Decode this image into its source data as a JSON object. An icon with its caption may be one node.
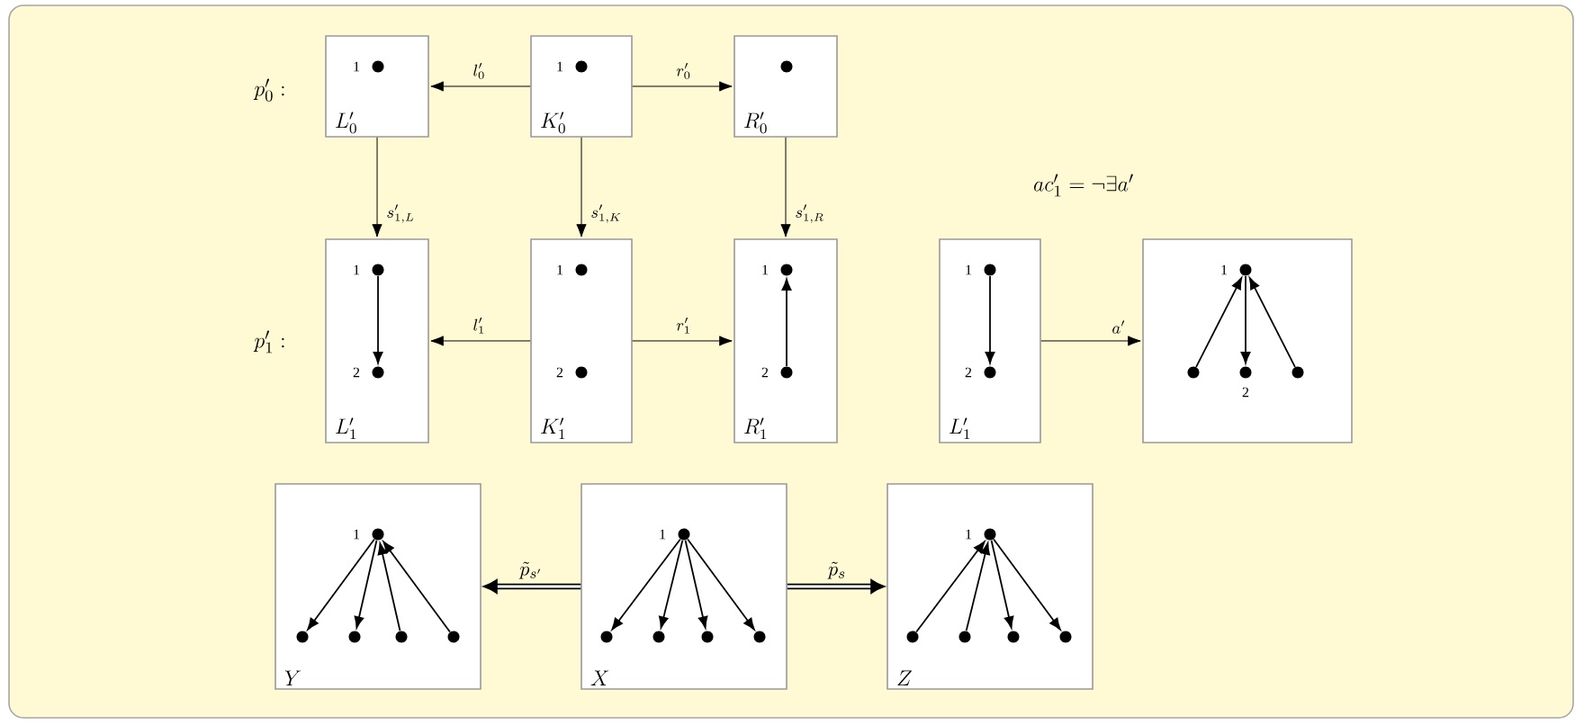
{
  "diagram": {
    "nodes": [
      {
        "text": [
          "L'_0"
        ]
      },
      {
        "text": [],
        "shape": "circle",
        "in": 0,
        "beside": [
          "1"
        ]
      },
      {
        "text": [
          "K'_0"
        ]
      },
      {
        "text": [],
        "shape": "circle",
        "in": 2,
        "beside": [
          "1"
        ]
      },
      {
        "text": [
          "R'_0"
        ]
      },
      {
        "text": [],
        "shape": "circle",
        "in": 4
      },
      {
        "text": [
          "L'_1"
        ]
      },
      {
        "text": [],
        "shape": "circle",
        "in": 6,
        "beside": [
          "1"
        ]
      },
      {
        "text": [],
        "shape": "circle",
        "in": 6,
        "beside": [
          "2"
        ]
      },
      {
        "text": [
          "K'_1"
        ]
      },
      {
        "text": [],
        "shape": "circle",
        "in": 9,
        "beside": [
          "1"
        ]
      },
      {
        "text": [],
        "shape": "circle",
        "in": 9,
        "beside": [
          "2"
        ]
      },
      {
        "text": [
          "R'_1"
        ]
      },
      {
        "text": [],
        "shape": "circle",
        "in": 12,
        "beside": [
          "1"
        ]
      },
      {
        "text": [],
        "shape": "circle",
        "in": 12,
        "beside": [
          "2"
        ]
      },
      {
        "text": [
          "L'_1"
        ]
      },
      {
        "text": [],
        "shape": "circle",
        "in": 15,
        "beside": [
          "1"
        ]
      },
      {
        "text": [],
        "shape": "circle",
        "in": 15,
        "beside": [
          "2"
        ]
      },
      {
        "text": [],
        "shape": "box"
      },
      {
        "text": [],
        "shape": "circle",
        "in": 18,
        "beside": [
          "1"
        ]
      },
      {
        "text": [],
        "shape": "circle",
        "in": 18
      },
      {
        "text": [],
        "shape": "circle",
        "in": 18,
        "beside": [
          "2"
        ]
      },
      {
        "text": [],
        "shape": "circle",
        "in": 18
      },
      {
        "text": [
          "Y"
        ]
      },
      {
        "text": [],
        "shape": "circle",
        "in": 23,
        "beside": [
          "1"
        ]
      },
      {
        "text": [],
        "shape": "circle",
        "in": 23
      },
      {
        "text": [],
        "shape": "circle",
        "in": 23
      },
      {
        "text": [],
        "shape": "circle",
        "in": 23
      },
      {
        "text": [],
        "shape": "circle",
        "in": 23
      },
      {
        "text": [
          "X"
        ]
      },
      {
        "text": [],
        "shape": "circle",
        "in": 29,
        "beside": [
          "1"
        ]
      },
      {
        "text": [],
        "shape": "circle",
        "in": 29
      },
      {
        "text": [],
        "shape": "circle",
        "in": 29
      },
      {
        "text": [],
        "shape": "circle",
        "in": 29
      },
      {
        "text": [],
        "shape": "circle",
        "in": 29
      },
      {
        "text": [
          "Z"
        ]
      },
      {
        "text": [],
        "shape": "circle",
        "in": 35,
        "beside": [
          "1"
        ]
      },
      {
        "text": [],
        "shape": "circle",
        "in": 35
      },
      {
        "text": [],
        "shape": "circle",
        "in": 35
      },
      {
        "text": [],
        "shape": "circle",
        "in": 35
      },
      {
        "text": [],
        "shape": "circle",
        "in": 35
      }
    ],
    "edges": [
      {
        "from": 2,
        "to": 0,
        "arrow": "to",
        "label": "l'_0"
      },
      {
        "from": 2,
        "to": 4,
        "arrow": "to",
        "label": "r'_0"
      },
      {
        "from": 0,
        "to": 6,
        "arrow": "to",
        "label": "s'_{1,L}"
      },
      {
        "from": 2,
        "to": 9,
        "arrow": "to",
        "label": "s'_{1,K}"
      },
      {
        "from": 4,
        "to": 12,
        "arrow": "to",
        "label": "s'_{1,R}"
      },
      {
        "from": 9,
        "to": 6,
        "arrow": "to",
        "label": "l'_1"
      },
      {
        "from": 9,
        "to": 12,
        "arrow": "to",
        "label": "r'_1"
      },
      {
        "from": 7,
        "to": 8,
        "arrow": "to"
      },
      {
        "from": 14,
        "to": 13,
        "arrow": "to"
      },
      {
        "from": 16,
        "to": 17,
        "arrow": "to"
      },
      {
        "from": 15,
        "to": 18,
        "arrow": "to",
        "label": "a'"
      },
      {
        "from": 20,
        "to": 19,
        "arrow": "to"
      },
      {
        "from": 19,
        "to": 21,
        "arrow": "to"
      },
      {
        "from": 22,
        "to": 19,
        "arrow": "to"
      },
      {
        "from": 29,
        "to": 23,
        "arrow": "to",
        "label": "\\tilde{p}_{s'}",
        "style": "thick"
      },
      {
        "from": 29,
        "to": 35,
        "arrow": "to",
        "label": "\\tilde{p}_{s}",
        "style": "thick"
      },
      {
        "from": 24,
        "to": 25,
        "arrow": "to"
      },
      {
        "from": 24,
        "to": 26,
        "arrow": "to"
      },
      {
        "from": 27,
        "to": 24,
        "arrow": "to"
      },
      {
        "from": 28,
        "to": 24,
        "arrow": "to"
      },
      {
        "from": 30,
        "to": 31,
        "arrow": "to"
      },
      {
        "from": 30,
        "to": 32,
        "arrow": "to"
      },
      {
        "from": 30,
        "to": 33,
        "arrow": "to"
      },
      {
        "from": 30,
        "to": 34,
        "arrow": "to"
      },
      {
        "from": 37,
        "to": 36,
        "arrow": "to"
      },
      {
        "from": 38,
        "to": 36,
        "arrow": "to"
      },
      {
        "from": 36,
        "to": 39,
        "arrow": "to"
      },
      {
        "from": 36,
        "to": 40,
        "arrow": "to"
      }
    ],
    "labels": [
      "p'_0 :",
      "p'_1 :",
      "ac'_1 = \\neg \\exists a'"
    ]
  }
}
